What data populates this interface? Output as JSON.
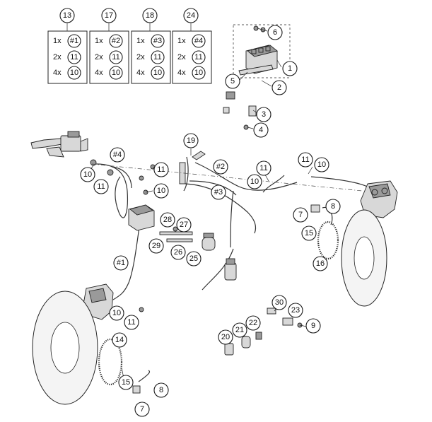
{
  "kits": [
    {
      "number": "13",
      "rows": [
        {
          "qty": "1x",
          "ref": "#1"
        },
        {
          "qty": "2x",
          "ref": "11"
        },
        {
          "qty": "4x",
          "ref": "10"
        }
      ]
    },
    {
      "number": "17",
      "rows": [
        {
          "qty": "1x",
          "ref": "#2"
        },
        {
          "qty": "2x",
          "ref": "11"
        },
        {
          "qty": "4x",
          "ref": "10"
        }
      ]
    },
    {
      "number": "18",
      "rows": [
        {
          "qty": "1x",
          "ref": "#3"
        },
        {
          "qty": "2x",
          "ref": "11"
        },
        {
          "qty": "4x",
          "ref": "10"
        }
      ]
    },
    {
      "number": "24",
      "rows": [
        {
          "qty": "1x",
          "ref": "#4"
        },
        {
          "qty": "2x",
          "ref": "11"
        },
        {
          "qty": "4x",
          "ref": "10"
        }
      ]
    }
  ],
  "callouts": [
    "6",
    "1",
    "5",
    "2",
    "3",
    "4",
    "#4",
    "19",
    "11",
    "#2",
    "10",
    "#3",
    "11",
    "10",
    "11",
    "10",
    "10",
    "11",
    "28",
    "27",
    "29",
    "26",
    "25",
    "#1",
    "10",
    "11",
    "8",
    "7",
    "15",
    "16",
    "14",
    "15",
    "8",
    "7",
    "30",
    "23",
    "22",
    "21",
    "20",
    "9"
  ]
}
